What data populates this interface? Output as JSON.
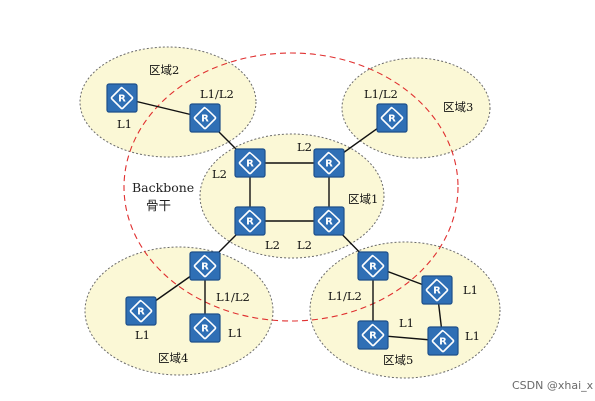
{
  "areas": [
    {
      "id": "area2",
      "label": "区域2"
    },
    {
      "id": "area3",
      "label": "区域3"
    },
    {
      "id": "area1",
      "label": "区域1"
    },
    {
      "id": "area4",
      "label": "区域4"
    },
    {
      "id": "area5",
      "label": "区域5"
    }
  ],
  "backbone": {
    "line1": "Backbone",
    "line2": "骨干"
  },
  "routers": [
    {
      "id": "r2a",
      "letter": "R",
      "area": "area2",
      "level": "L1"
    },
    {
      "id": "r2b",
      "letter": "R",
      "area": "area2",
      "level": "L1/L2"
    },
    {
      "id": "r3a",
      "letter": "R",
      "area": "area3",
      "level": "L1/L2"
    },
    {
      "id": "r1a",
      "letter": "R",
      "area": "area1",
      "level": "L2"
    },
    {
      "id": "r1b",
      "letter": "R",
      "area": "area1",
      "level": "L2"
    },
    {
      "id": "r1c",
      "letter": "R",
      "area": "area1",
      "level": "L2"
    },
    {
      "id": "r1d",
      "letter": "R",
      "area": "area1",
      "level": "L2"
    },
    {
      "id": "r4a",
      "letter": "R",
      "area": "area4",
      "level": "L1/L2"
    },
    {
      "id": "r4b",
      "letter": "R",
      "area": "area4",
      "level": "L1"
    },
    {
      "id": "r4c",
      "letter": "R",
      "area": "area4",
      "level": "L1"
    },
    {
      "id": "r5a",
      "letter": "R",
      "area": "area5",
      "level": "L1/L2"
    },
    {
      "id": "r5b",
      "letter": "R",
      "area": "area5",
      "level": "L1"
    },
    {
      "id": "r5c",
      "letter": "R",
      "area": "area5",
      "level": "L1"
    },
    {
      "id": "r5d",
      "letter": "R",
      "area": "area5",
      "level": "L1"
    }
  ],
  "links": [
    [
      "r2a",
      "r2b"
    ],
    [
      "r2b",
      "r1a"
    ],
    [
      "r3a",
      "r1b"
    ],
    [
      "r1a",
      "r1b"
    ],
    [
      "r1a",
      "r1c"
    ],
    [
      "r1b",
      "r1d"
    ],
    [
      "r1c",
      "r1d"
    ],
    [
      "r1c",
      "r4a"
    ],
    [
      "r4a",
      "r4b"
    ],
    [
      "r4a",
      "r4c"
    ],
    [
      "r1d",
      "r5a"
    ],
    [
      "r5a",
      "r5b"
    ],
    [
      "r5a",
      "r5c"
    ],
    [
      "r5c",
      "r5d"
    ],
    [
      "r5d",
      "r5b"
    ]
  ],
  "watermark": "CSDN @xhai_x"
}
